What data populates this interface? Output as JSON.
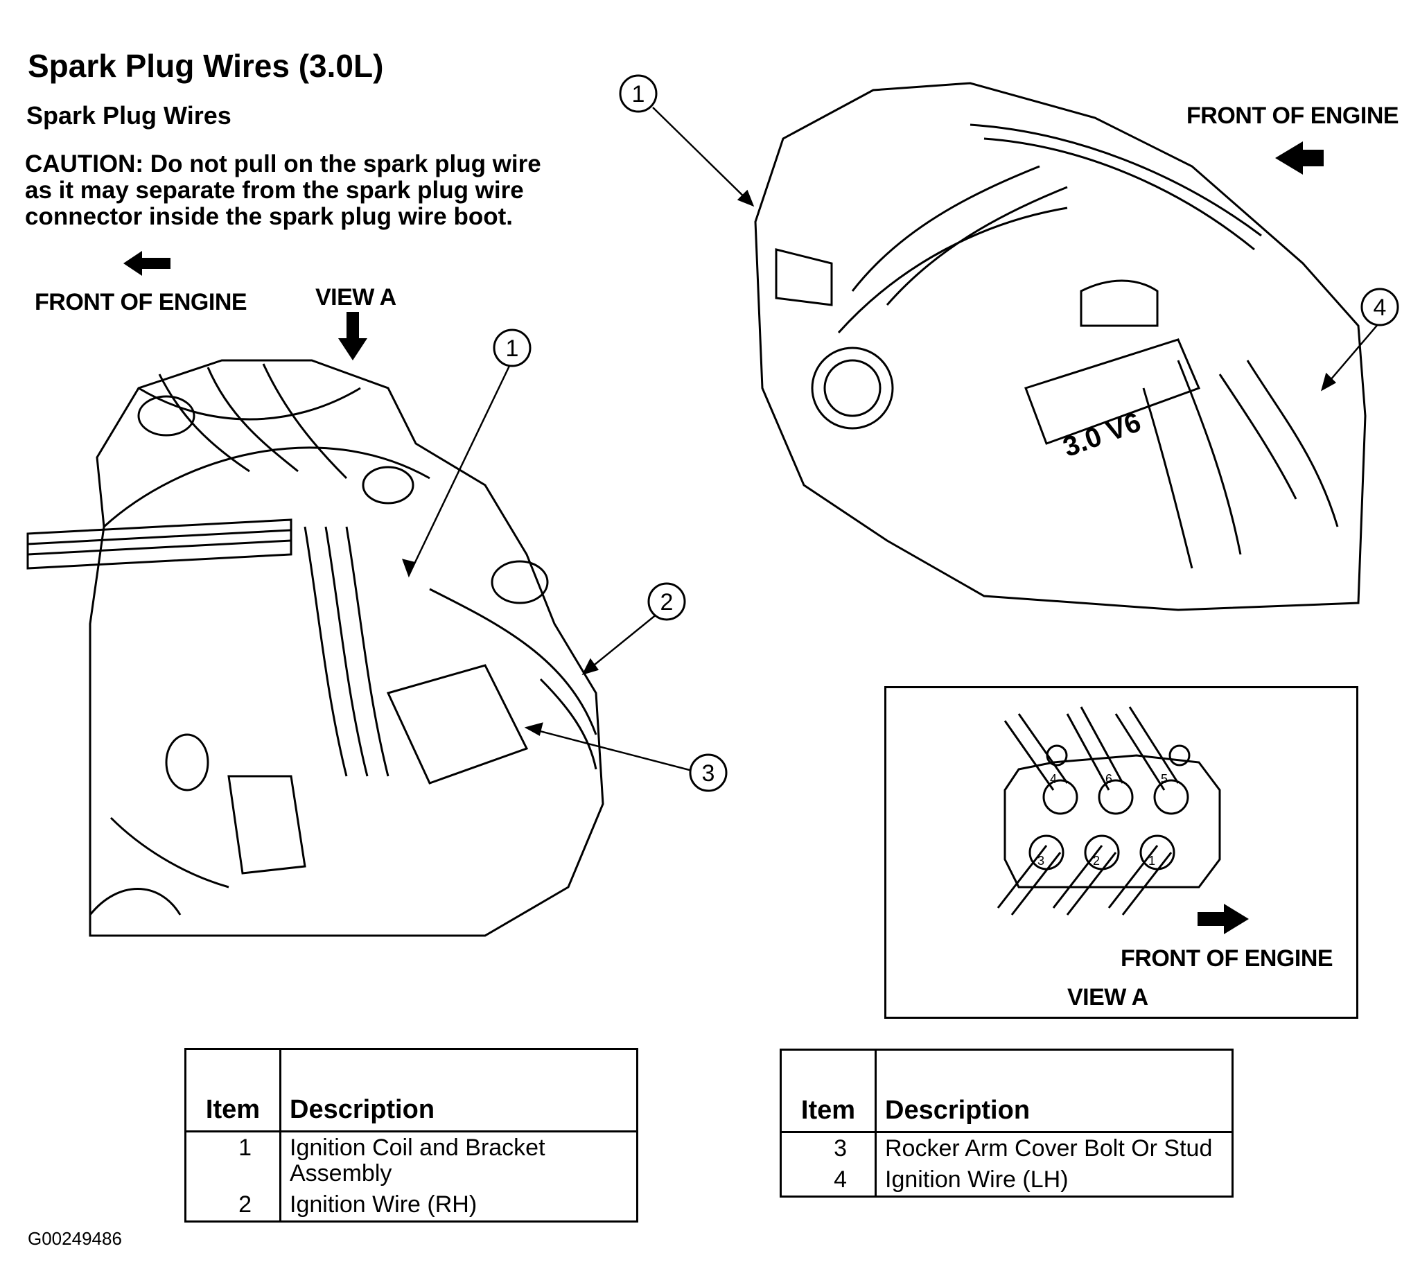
{
  "title": "Spark Plug Wires (3.0L)",
  "subtitle": "Spark Plug Wires",
  "caution_lines": [
    "CAUTION: Do not pull on the spark plug wire",
    "as it may separate from the spark plug wire",
    "connector inside the spark plug wire boot."
  ],
  "labels": {
    "front_left": "FRONT OF ENGINE",
    "view_a_top": "VIEW A",
    "front_top_right": "FRONT OF ENGINE",
    "front_inset": "FRONT OF ENGINE",
    "view_a_inset": "VIEW A",
    "engine_marking": "3.0 V6"
  },
  "callouts": {
    "left_1": "1",
    "left_2": "2",
    "left_3": "3",
    "right_1": "1",
    "right_4": "4"
  },
  "inset_plug_numbers": [
    "4",
    "6",
    "5",
    "3",
    "2",
    "1"
  ],
  "table_left": {
    "header_item": "Item",
    "header_description": "Description",
    "rows": [
      {
        "item": "1",
        "description": "Ignition Coil and Bracket Assembly"
      },
      {
        "item": "2",
        "description": "Ignition Wire (RH)"
      }
    ]
  },
  "table_right": {
    "header_item": "Item",
    "header_description": "Description",
    "rows": [
      {
        "item": "3",
        "description": "Rocker Arm Cover Bolt Or Stud"
      },
      {
        "item": "4",
        "description": "Ignition Wire (LH)"
      }
    ]
  },
  "figure_id": "G00249486"
}
